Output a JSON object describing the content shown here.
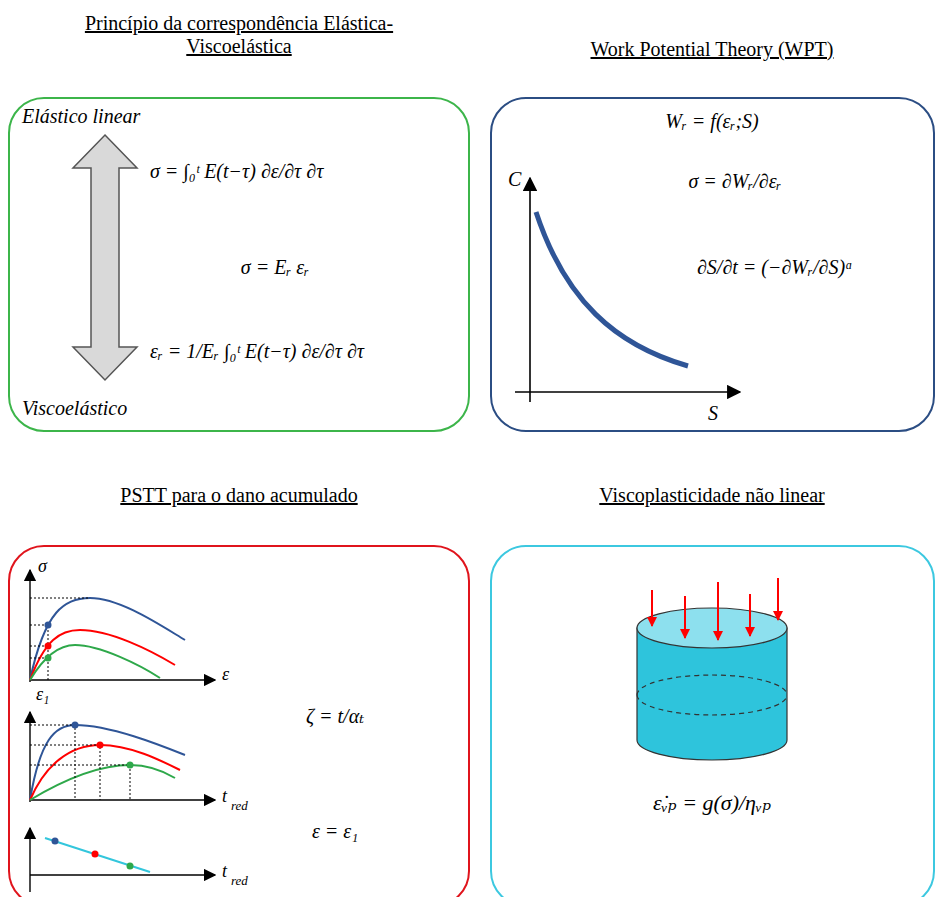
{
  "diagram": {
    "nodes": [
      {
        "text": [
          "Princípio da correspondência Elástica-Viscoelástica",
          "Elástico linear",
          "σ = ∫₀ᵗ E(t−τ) ∂ε/∂τ ∂τ",
          "σ = Eᵣ εᵣ",
          "εᵣ = 1/Eᵣ ∫₀ᵗ E(t−τ) ∂ε/∂τ ∂τ",
          "Viscoelástico"
        ]
      },
      {
        "text": [
          "Work Potential Theory (WPT)",
          "Wᵣ = f(εᵣ;S)",
          "σ = ∂Wᵣ/∂εᵣ",
          "∂S/∂t = (−∂Wᵣ/∂S)ᵅ",
          "C",
          "S"
        ]
      },
      {
        "text": [
          "PSTT para o dano acumulado",
          "σ",
          "ε",
          "ε₁",
          "t",
          "red",
          "t",
          "red",
          "ζ = t/αₜ",
          "ε = ε₁"
        ]
      },
      {
        "text": [
          "Viscoplasticidade não linear",
          "ε̇ᵥₚ = g(σ)/ηᵥₚ"
        ]
      }
    ]
  }
}
